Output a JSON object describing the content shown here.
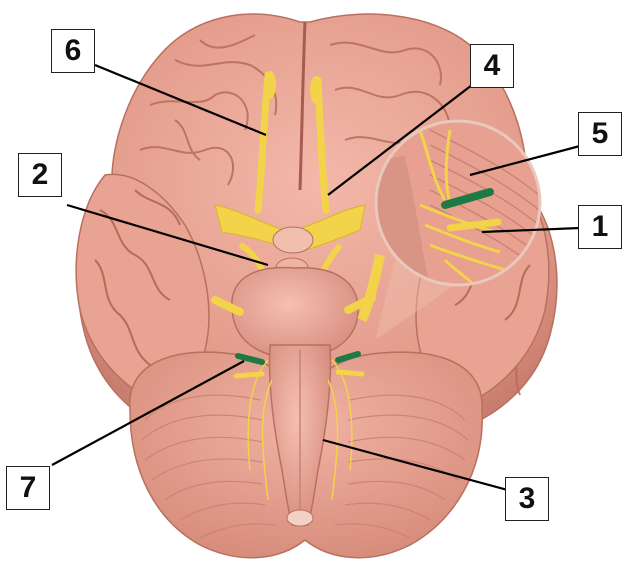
{
  "figure": {
    "colors": {
      "background": "#ffffff",
      "brain": "#e8a393",
      "brain_shadow": "#c97d6e",
      "sulcus": "#b86a5b",
      "nerve": "#f2d34a",
      "nerve_dark": "#d9b52c",
      "highlight_nerve": "#1d7a45",
      "leader_line": "#000000"
    },
    "labels": [
      {
        "id": "1",
        "text": "1"
      },
      {
        "id": "2",
        "text": "2"
      },
      {
        "id": "3",
        "text": "3"
      },
      {
        "id": "4",
        "text": "4"
      },
      {
        "id": "5",
        "text": "5"
      },
      {
        "id": "6",
        "text": "6"
      },
      {
        "id": "7",
        "text": "7"
      }
    ]
  }
}
